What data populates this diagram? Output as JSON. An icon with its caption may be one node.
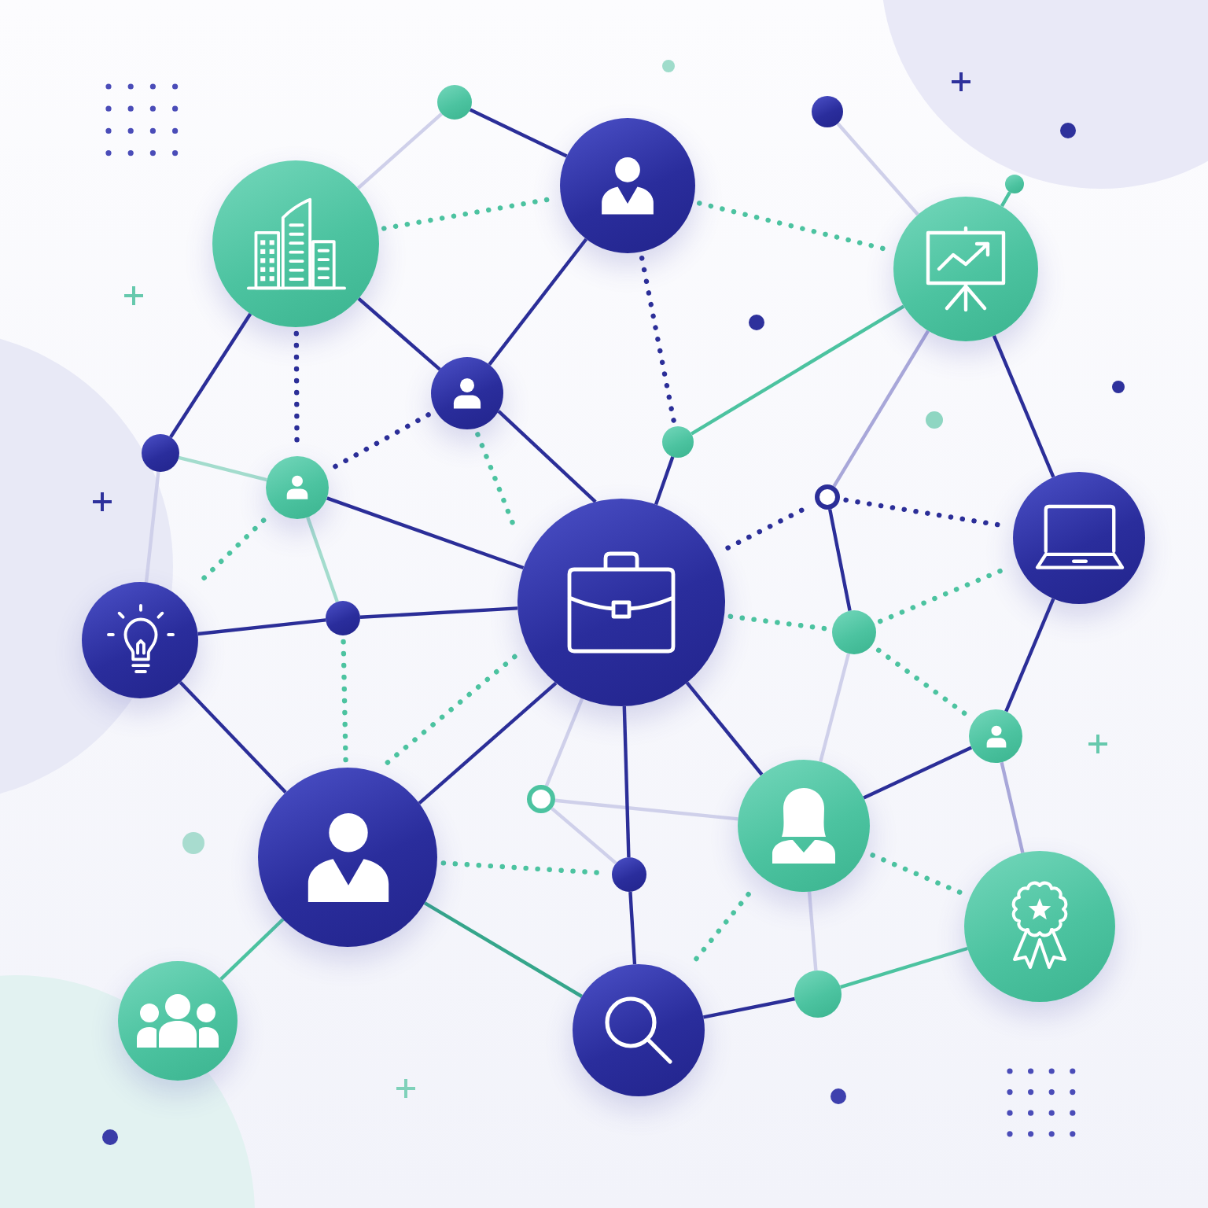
{
  "diagram": {
    "nodes": [
      {
        "text": [],
        "shape": "circle"
      },
      {
        "text": [],
        "shape": "circle"
      },
      {
        "text": [],
        "shape": "circle"
      },
      {
        "text": [],
        "shape": "circle"
      },
      {
        "text": [],
        "shape": "circle"
      },
      {
        "text": [],
        "shape": "circle"
      },
      {
        "text": [],
        "shape": "circle"
      },
      {
        "text": [],
        "shape": "circle"
      },
      {
        "text": [],
        "shape": "circle"
      },
      {
        "text": [],
        "shape": "circle"
      },
      {
        "text": [],
        "shape": "circle"
      },
      {
        "text": [],
        "shape": "circle"
      },
      {
        "text": [],
        "shape": "circle"
      },
      {
        "text": [],
        "shape": "circle"
      },
      {
        "text": [],
        "shape": "circle"
      },
      {
        "text": [],
        "shape": "circle"
      },
      {
        "text": [],
        "shape": "circle"
      },
      {
        "text": [],
        "shape": "circle"
      },
      {
        "text": [],
        "shape": "circle"
      },
      {
        "text": [],
        "shape": "circle"
      },
      {
        "text": [],
        "shape": "circle"
      },
      {
        "text": [],
        "shape": "circle"
      },
      {
        "text": [],
        "shape": "circle"
      },
      {
        "text": [],
        "shape": "circle"
      },
      {
        "text": [],
        "shape": "circle"
      }
    ],
    "edges": [
      {
        "from": 0,
        "to": 4,
        "arrow": "none",
        "color": "#cfd0ea"
      },
      {
        "from": 0,
        "to": 2,
        "arrow": "none"
      },
      {
        "from": 4,
        "to": 2,
        "arrow": "none",
        "style": "dashed",
        "color": "#4cc3a0"
      },
      {
        "from": 4,
        "to": 8,
        "arrow": "none"
      },
      {
        "from": 4,
        "to": 6,
        "arrow": "none"
      },
      {
        "from": 4,
        "to": 9,
        "arrow": "none",
        "style": "dashed"
      },
      {
        "from": 2,
        "to": 6,
        "arrow": "none"
      },
      {
        "from": 6,
        "to": 9,
        "arrow": "none",
        "style": "dashed"
      },
      {
        "from": 6,
        "to": 12,
        "arrow": "none"
      },
      {
        "from": 6,
        "to": 12,
        "arrow": "none",
        "style": "dashed",
        "color": "#4cc3a0"
      },
      {
        "from": 2,
        "to": 7,
        "arrow": "none",
        "style": "dashed"
      },
      {
        "from": 2,
        "to": 5,
        "arrow": "none",
        "style": "dashed",
        "color": "#4cc3a0"
      },
      {
        "from": 1,
        "to": 5,
        "arrow": "none",
        "color": "#cfd0ea"
      },
      {
        "from": 5,
        "to": 3,
        "arrow": "none",
        "color": "#4cc3a0"
      },
      {
        "from": 5,
        "to": 7,
        "arrow": "none",
        "color": "#4cc3a0"
      },
      {
        "from": 5,
        "to": 10,
        "arrow": "none",
        "color": "#a8a7d9"
      },
      {
        "from": 5,
        "to": 11,
        "arrow": "none"
      },
      {
        "from": 7,
        "to": 12,
        "arrow": "none"
      },
      {
        "from": 8,
        "to": 9,
        "arrow": "none",
        "color": "#a3dccd"
      },
      {
        "from": 9,
        "to": 12,
        "arrow": "none"
      },
      {
        "from": 9,
        "to": 15,
        "arrow": "none",
        "style": "dashed",
        "color": "#4cc3a0"
      },
      {
        "from": 9,
        "to": 13,
        "arrow": "none",
        "color": "#a3dccd"
      },
      {
        "from": 8,
        "to": 15,
        "arrow": "none",
        "color": "#cfd0ea"
      },
      {
        "from": 15,
        "to": 13,
        "arrow": "none"
      },
      {
        "from": 13,
        "to": 12,
        "arrow": "none"
      },
      {
        "from": 13,
        "to": 19,
        "arrow": "none",
        "style": "dashed",
        "color": "#4cc3a0"
      },
      {
        "from": 15,
        "to": 19,
        "arrow": "none"
      },
      {
        "from": 12,
        "to": 19,
        "arrow": "none",
        "style": "dashed",
        "color": "#4cc3a0"
      },
      {
        "from": 12,
        "to": 19,
        "arrow": "none"
      },
      {
        "from": 19,
        "to": 23,
        "arrow": "none",
        "color": "#4cc3a0"
      },
      {
        "from": 19,
        "to": 20,
        "arrow": "none",
        "style": "dashed",
        "color": "#4cc3a0"
      },
      {
        "from": 19,
        "to": 24,
        "arrow": "none",
        "color": "#35a68b"
      },
      {
        "from": 12,
        "to": 17,
        "arrow": "none",
        "color": "#cfd0ea"
      },
      {
        "from": 17,
        "to": 18,
        "arrow": "none",
        "color": "#cfd0ea"
      },
      {
        "from": 17,
        "to": 20,
        "arrow": "none",
        "color": "#cfd0ea"
      },
      {
        "from": 12,
        "to": 20,
        "arrow": "none"
      },
      {
        "from": 12,
        "to": 18,
        "arrow": "none"
      },
      {
        "from": 12,
        "to": 10,
        "arrow": "none",
        "style": "dashed"
      },
      {
        "from": 12,
        "to": 14,
        "arrow": "none",
        "style": "dashed",
        "color": "#4cc3a0"
      },
      {
        "from": 10,
        "to": 11,
        "arrow": "none",
        "style": "dashed"
      },
      {
        "from": 10,
        "to": 14,
        "arrow": "none"
      },
      {
        "from": 14,
        "to": 11,
        "arrow": "none",
        "style": "dashed",
        "color": "#4cc3a0"
      },
      {
        "from": 14,
        "to": 16,
        "arrow": "none",
        "style": "dashed",
        "color": "#4cc3a0"
      },
      {
        "from": 14,
        "to": 18,
        "arrow": "none",
        "color": "#cfd0ea"
      },
      {
        "from": 11,
        "to": 16,
        "arrow": "none"
      },
      {
        "from": 18,
        "to": 16,
        "arrow": "none"
      },
      {
        "from": 16,
        "to": 21,
        "arrow": "none",
        "color": "#a8a7d9"
      },
      {
        "from": 18,
        "to": 21,
        "arrow": "none",
        "style": "dashed",
        "color": "#4cc3a0"
      },
      {
        "from": 18,
        "to": 22,
        "arrow": "none",
        "color": "#cfd0ea"
      },
      {
        "from": 18,
        "to": 24,
        "arrow": "none",
        "style": "dashed",
        "color": "#4cc3a0"
      },
      {
        "from": 20,
        "to": 24,
        "arrow": "none"
      },
      {
        "from": 22,
        "to": 21,
        "arrow": "none",
        "color": "#4cc3a0"
      },
      {
        "from": 24,
        "to": 22,
        "arrow": "none"
      }
    ]
  }
}
